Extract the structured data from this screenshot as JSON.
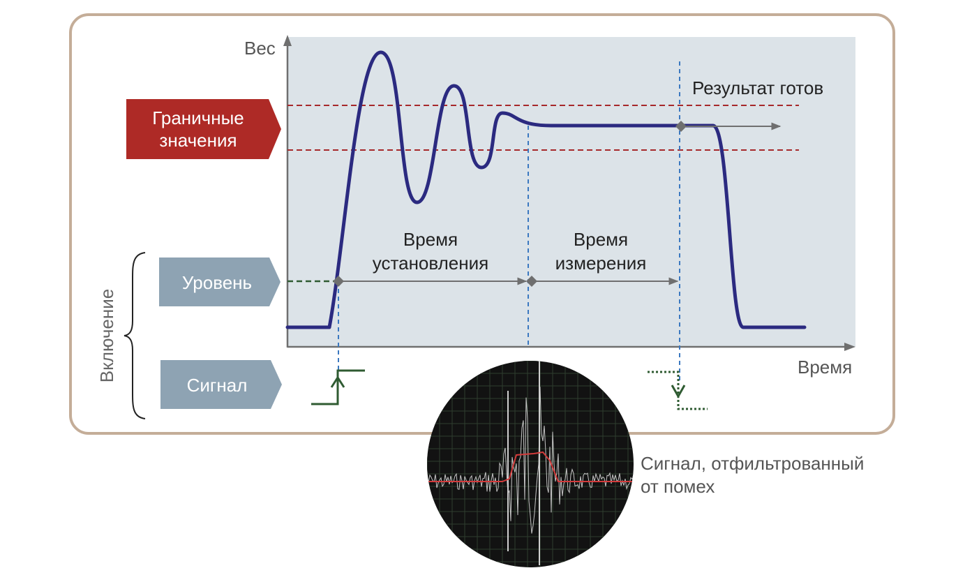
{
  "axes": {
    "y_label": "Вес",
    "x_label": "Время"
  },
  "labels": {
    "limits_line1": "Граничные",
    "limits_line2": "значения",
    "level": "Уровень",
    "signal": "Сигнал",
    "switching": "Включение",
    "result_ready": "Результат готов",
    "settling_line1": "Время",
    "settling_line2": "установления",
    "measure_line1": "Время",
    "measure_line2": "измерения",
    "filtered_line1": "Сигнал, отфильтрованный",
    "filtered_line2": "от помех"
  },
  "colors": {
    "frame": "#c4ad98",
    "plot_bg": "#dce3e8",
    "curve": "#2b2a80",
    "limits": "#a6282a",
    "dark_red_box": "#ae2a26",
    "grey_box": "#8ea3b3",
    "green": "#2f5b32",
    "blue_dash": "#3b78c0",
    "arrow_grey": "#6f6f6f",
    "scope_bg": "#121212",
    "filtered_trace": "#d23b3b"
  }
}
